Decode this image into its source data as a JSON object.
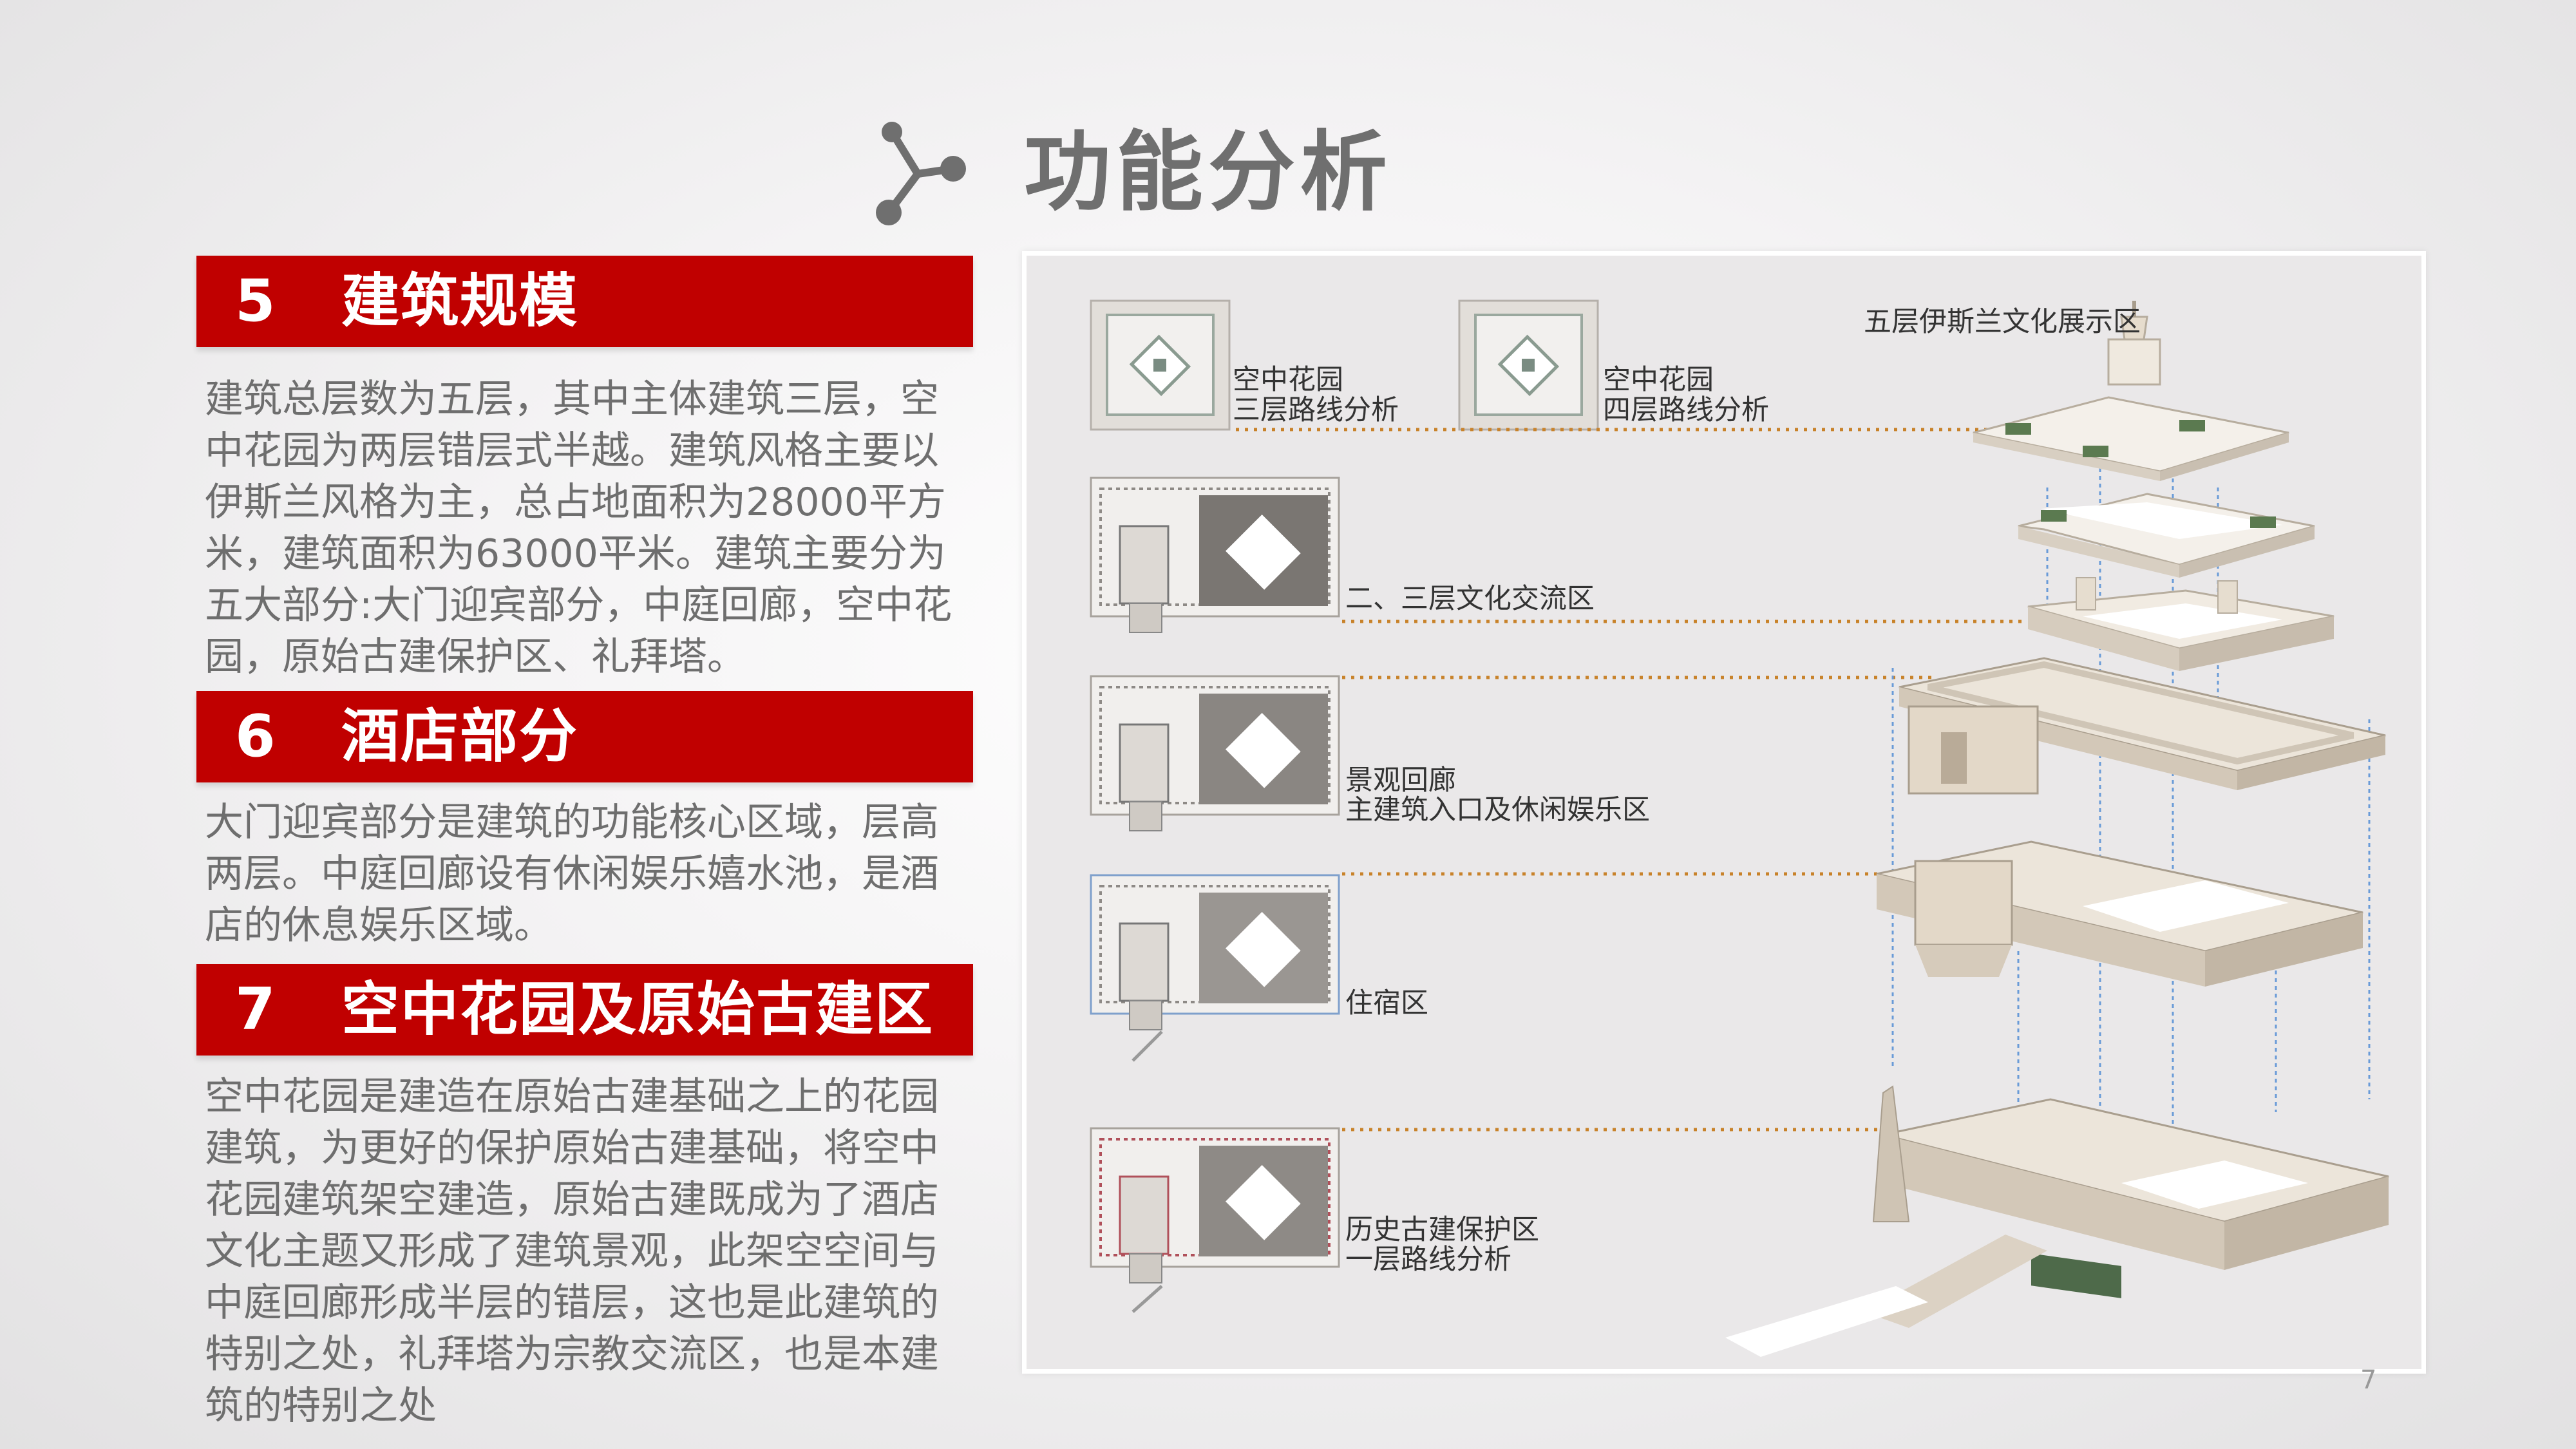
{
  "header": {
    "title": "功能分析",
    "icon": "share-nodes-icon"
  },
  "sections": [
    {
      "number": "5",
      "title": "建筑规模",
      "text": "建筑总层数为五层，其中主体建筑三层，空中花园为两层错层式半越。建筑风格主要以伊斯兰风格为主，总占地面积为28000平方米，建筑面积为63000平米。建筑主要分为五大部分:大门迎宾部分，中庭回廊，空中花园，原始古建保护区、礼拜塔。"
    },
    {
      "number": "6",
      "title": "酒店部分",
      "text": "大门迎宾部分是建筑的功能核心区域，层高两层。中庭回廊设有休闲娱乐嬉水池，是酒店的休息娱乐区域。"
    },
    {
      "number": "7",
      "title": "空中花园及原始古建区",
      "text": "空中花园是建造在原始古建基础之上的花园建筑，为更好的保护原始古建基础，将空中花园建筑架空建造，原始古建既成为了酒店文化主题又形成了建筑景观，此架空空间与中庭回廊形成半层的错层，这也是此建筑的特别之处，礼拜塔为宗教交流区，也是本建筑的特别之处"
    }
  ],
  "diagram": {
    "labels": {
      "floor5": "五层伊斯兰文化展示区",
      "garden3_line1": "空中花园",
      "garden3_line2": "三层路线分析",
      "garden4_line1": "空中花园",
      "garden4_line2": "四层路线分析",
      "culture": "二、三层文化交流区",
      "corridor_line1": "景观回廊",
      "corridor_line2": "主建筑入口及休闲娱乐区",
      "lodging": "住宿区",
      "heritage_line1": "历史古建保护区",
      "heritage_line2": "一层路线分析"
    },
    "colors": {
      "leader_line": "#c8822a",
      "projection_line": "#6a9bd8",
      "accent": "#c00000"
    }
  },
  "page_number": "7"
}
